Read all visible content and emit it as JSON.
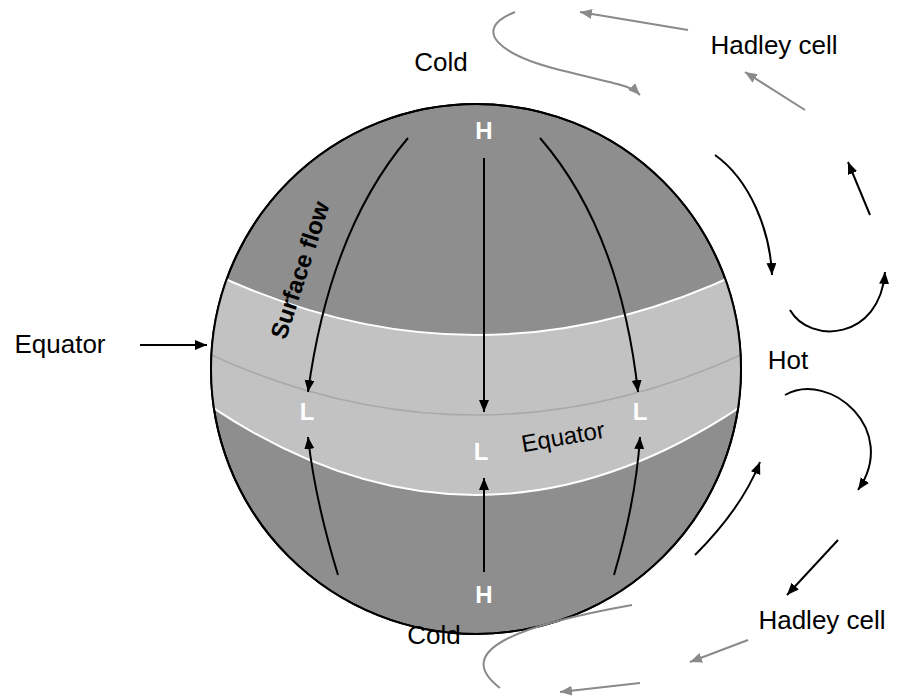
{
  "diagram": {
    "labels": [
      "Cold",
      "Hadley cell",
      "Equator",
      "Surface flow",
      "H",
      "Hot",
      "Equator",
      "L",
      "L",
      "L",
      "Hadley cell",
      "Cold",
      "H"
    ]
  }
}
